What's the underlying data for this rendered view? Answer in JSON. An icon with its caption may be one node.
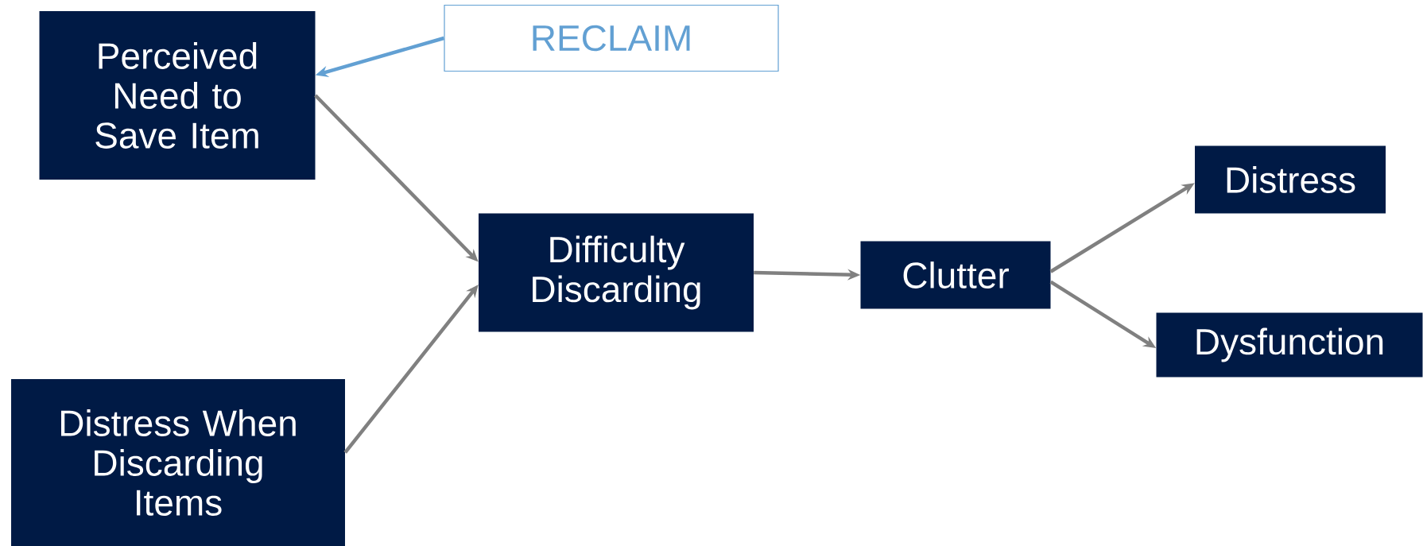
{
  "diagram": {
    "nodes": [
      {
        "text": [
          "Perceived Need to Save Item"
        ]
      },
      {
        "text": [
          "RECLAIM"
        ]
      },
      {
        "text": [
          "Difficulty Discarding"
        ]
      },
      {
        "text": [
          "Clutter"
        ]
      },
      {
        "text": [
          "Distress"
        ]
      },
      {
        "text": [
          "Dysfunction"
        ]
      },
      {
        "text": [
          "Distress When Discarding Items"
        ]
      }
    ],
    "edges": [
      {
        "from": 1,
        "to": 0,
        "arrow": "to",
        "color": "#62a0d3"
      },
      {
        "from": 0,
        "to": 2,
        "arrow": "to"
      },
      {
        "from": 6,
        "to": 2,
        "arrow": "to"
      },
      {
        "from": 2,
        "to": 3,
        "arrow": "to"
      },
      {
        "from": 3,
        "to": 4,
        "arrow": "to"
      },
      {
        "from": 3,
        "to": 5,
        "arrow": "to"
      }
    ]
  }
}
